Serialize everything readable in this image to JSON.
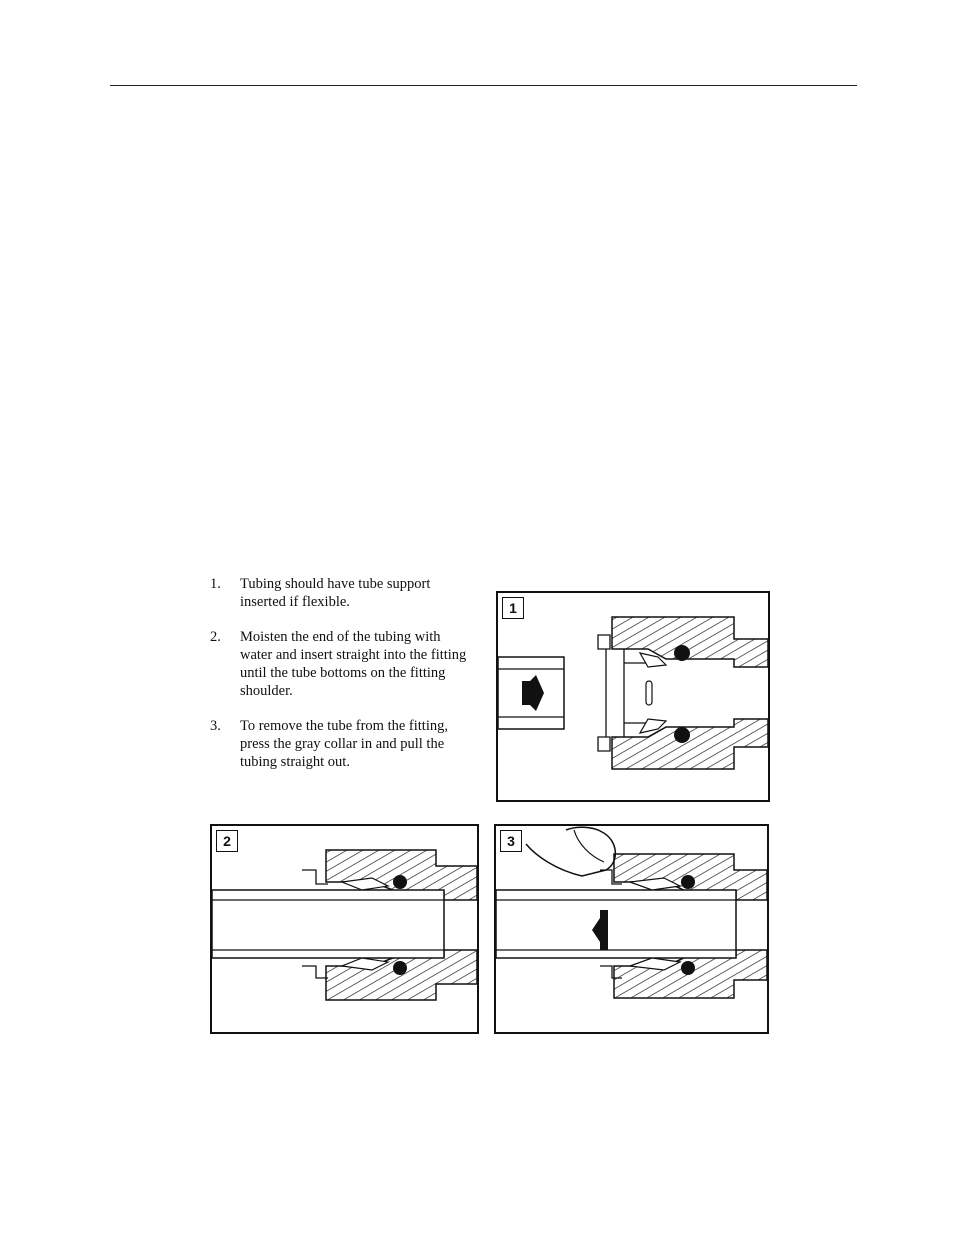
{
  "instructions": [
    {
      "num": "1.",
      "text": "Tubing should have tube support inserted if flexible."
    },
    {
      "num": "2.",
      "text": "Moisten the end of the tubing with water and insert straight into the fitting until the tube bottoms on the fitting shoulder."
    },
    {
      "num": "3.",
      "text": "To remove the tube from the fitting, press the gray collar in and pull the tubing straight out."
    }
  ],
  "panels": [
    {
      "tag": "1"
    },
    {
      "tag": "2"
    },
    {
      "tag": "3"
    }
  ]
}
